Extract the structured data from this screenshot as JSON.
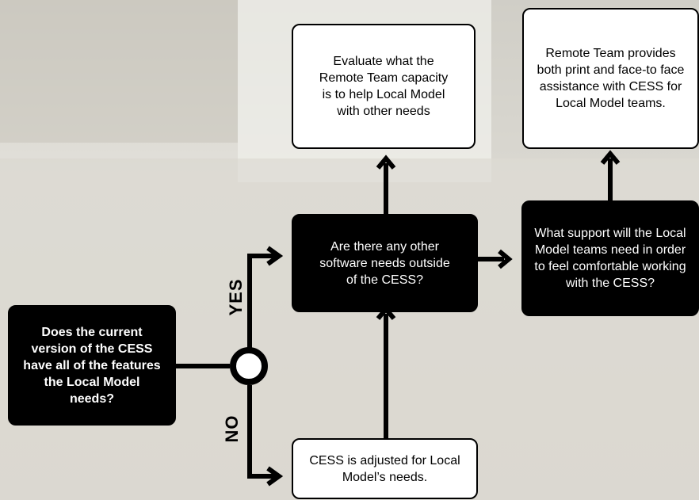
{
  "nodes": {
    "start": "Does the current version of the CESS have all of the features the Local Model needs?",
    "adjusted": "CESS is adjusted for Local Model’s needs.",
    "other_needs": "Are there any other software needs outside of the CESS?",
    "evaluate": "Evaluate what the Remote Team capacity is to help Local Model with other needs",
    "support": "What support will the Local Model teams need in order to feel comfortable working with the CESS?",
    "provides": "Remote Team provides both print and face-to face assistance with CESS for Local Model teams."
  },
  "labels": {
    "yes": "YES",
    "no": "NO"
  },
  "colors": {
    "dark_box": "#000000",
    "light_box": "#ffffff",
    "background": "#d9d7cf"
  }
}
